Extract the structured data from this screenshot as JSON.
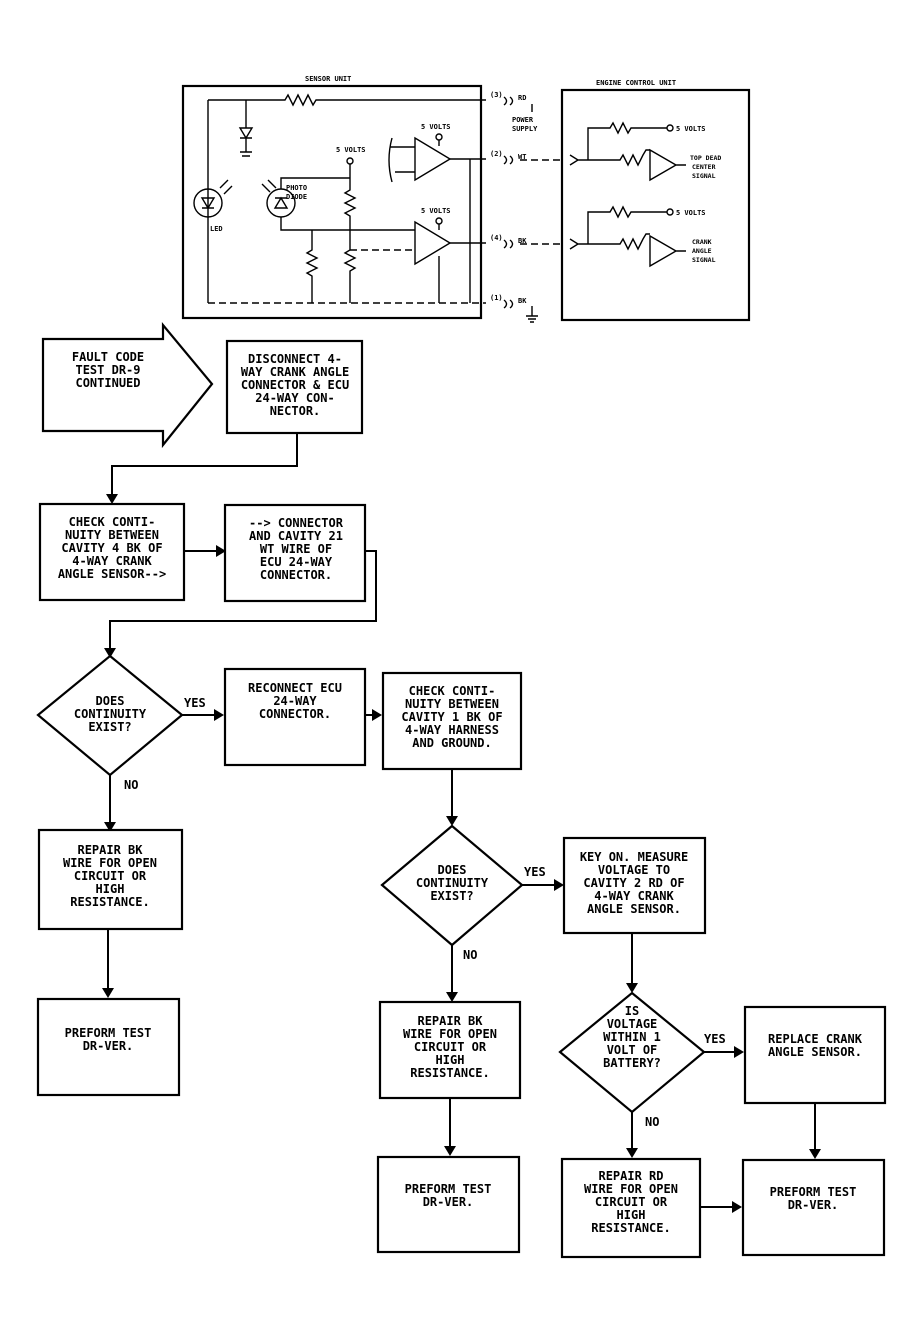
{
  "schematic": {
    "sensor_unit_title": "SENSOR UNIT",
    "ecu_title": "ENGINE CONTROL UNIT",
    "led_label": "LED",
    "photo_diode_label": [
      "PHOTO",
      "DIODE"
    ],
    "five_volts": "5 VOLTS",
    "power_supply": [
      "POWER",
      "SUPPLY"
    ],
    "terminals": {
      "t3_top": "(3)",
      "rd": "RD",
      "t2": "(2)",
      "wt": "WT",
      "t4": "(4)",
      "bk": "BK",
      "t1": "(1)",
      "bk2": "BK"
    },
    "tdc_signal": [
      "TOP DEAD",
      "CENTER",
      "SIGNAL"
    ],
    "crank_signal": [
      "CRANK",
      "ANGLE",
      "SIGNAL"
    ]
  },
  "flow": {
    "start": [
      "FAULT CODE",
      "TEST DR-9",
      "CONTINUED"
    ],
    "disconnect": [
      "DISCONNECT 4-",
      "WAY CRANK ANGLE",
      "CONNECTOR & ECU",
      "24-WAY CON-",
      "NECTOR."
    ],
    "check1": [
      "CHECK CONTI-",
      "NUITY BETWEEN",
      "CAVITY 4 BK OF",
      "4-WAY CRANK",
      "ANGLE SENSOR-->"
    ],
    "check1b": [
      "--> CONNECTOR",
      "AND CAVITY 21",
      "WT WIRE OF",
      "ECU 24-WAY",
      "CONNECTOR."
    ],
    "decision1": [
      "DOES",
      "CONTINUITY",
      "EXIST?"
    ],
    "yes": "YES",
    "no": "NO",
    "reconnect": [
      "RECONNECT ECU",
      "24-WAY",
      "CONNECTOR."
    ],
    "check2": [
      "CHECK CONTI-",
      "NUITY BETWEEN",
      "CAVITY 1 BK OF",
      "4-WAY HARNESS",
      "AND GROUND."
    ],
    "repair_bk_1": [
      "REPAIR BK",
      "WIRE FOR OPEN",
      "CIRCUIT OR",
      "HIGH",
      "RESISTANCE."
    ],
    "perform_1": [
      "PREFORM TEST",
      "DR-VER."
    ],
    "decision2": [
      "DOES",
      "CONTINUITY",
      "EXIST?"
    ],
    "key_on": [
      "KEY ON. MEASURE",
      "VOLTAGE TO",
      "CAVITY 2 RD OF",
      "4-WAY CRANK",
      "ANGLE SENSOR."
    ],
    "repair_bk_2": [
      "REPAIR BK",
      "WIRE FOR OPEN",
      "CIRCUIT OR",
      "HIGH",
      "RESISTANCE."
    ],
    "decision3": [
      "IS",
      "VOLTAGE",
      "WITHIN 1",
      "VOLT OF",
      "BATTERY?"
    ],
    "replace": [
      "REPLACE CRANK",
      "ANGLE SENSOR."
    ],
    "perform_2": [
      "PREFORM TEST",
      "DR-VER."
    ],
    "repair_rd": [
      "REPAIR RD",
      "WIRE FOR OPEN",
      "CIRCUIT OR",
      "HIGH",
      "RESISTANCE."
    ],
    "perform_3": [
      "PREFORM TEST",
      "DR-VER."
    ]
  }
}
